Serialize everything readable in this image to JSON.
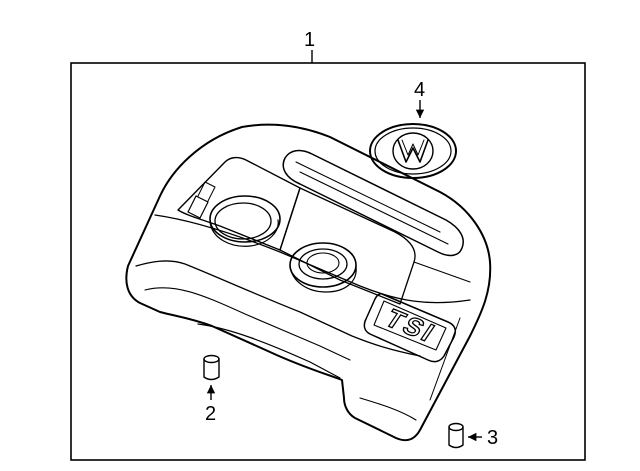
{
  "callouts": {
    "assembly": "1",
    "bushing": "2",
    "grommet": "3",
    "emblem": "4"
  },
  "engine_cover": {
    "badge_text": "TSI",
    "emblem_text": "VW",
    "side_markings": "| |"
  },
  "colors": {
    "line": "#000000",
    "background": "#ffffff"
  }
}
